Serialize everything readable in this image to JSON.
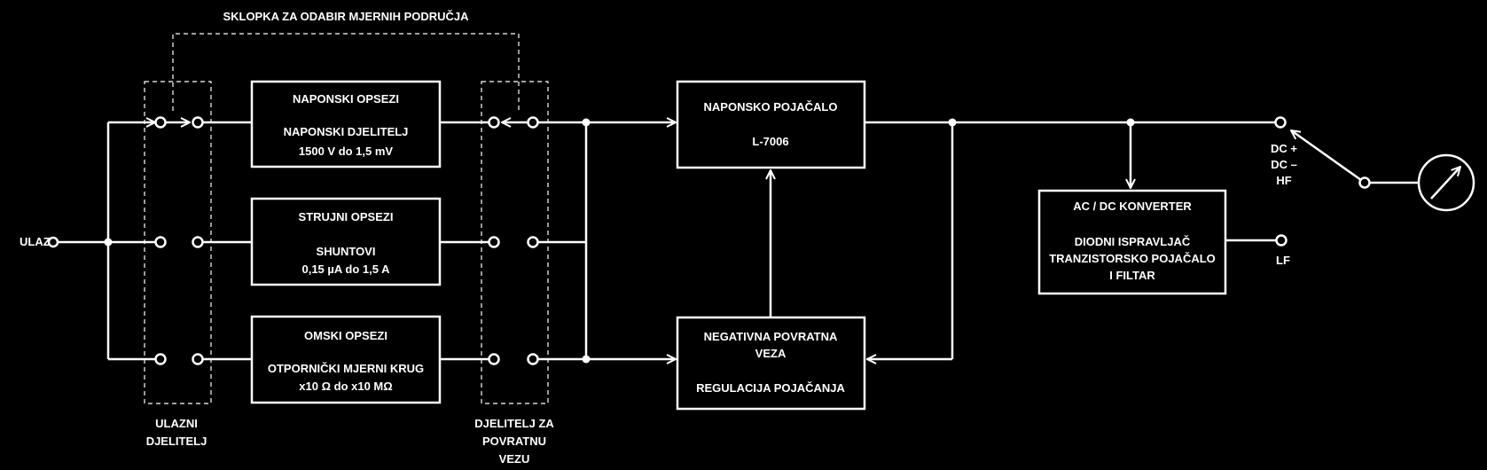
{
  "title": "SKLOPKA ZA ODABIR MJERNIH PODRUČJA",
  "input_label": "ULAZ",
  "blocks": {
    "voltage_ranges": {
      "title": "NAPONSKI OPSEZI",
      "line1": "NAPONSKI DJELITELJ",
      "line2": "1500 V  do 1,5 mV"
    },
    "current_ranges": {
      "title": "STRUJNI OPSEZI",
      "line1": "SHUNTOVI",
      "line2": "0,15 µA do 1,5 A"
    },
    "ohm_ranges": {
      "title": "OMSKI OPSEZI",
      "line1": "OTPORNIČKI MJERNI KRUG",
      "line2": "x10 Ω do x10 MΩ"
    },
    "voltage_amplifier": {
      "title": "NAPONSKO POJAČALO",
      "line1": "L-7006"
    },
    "negative_feedback": {
      "title1": "NEGATIVNA POVRATNA",
      "title2": "VEZA",
      "line1": "REGULACIJA POJAČANJA"
    },
    "ac_dc_converter": {
      "title": "AC / DC KONVERTER",
      "line1": "DIODNI ISPRAVLJAČ",
      "line2": "TRANZISTORSKO POJAČALO",
      "line3": "I FILTAR"
    }
  },
  "input_divider": {
    "line1": "ULAZNI",
    "line2": "DJELITELJ"
  },
  "feedback_divider": {
    "line1": "DJELITELJ ZA",
    "line2": "POVRATNU",
    "line3": "VEZU"
  },
  "outputs": {
    "dc_plus": "DC +",
    "dc_minus": "DC –",
    "hf": "HF",
    "lf": "LF"
  },
  "icons": [
    "meter-icon",
    "switch-icon",
    "terminal-icon"
  ]
}
